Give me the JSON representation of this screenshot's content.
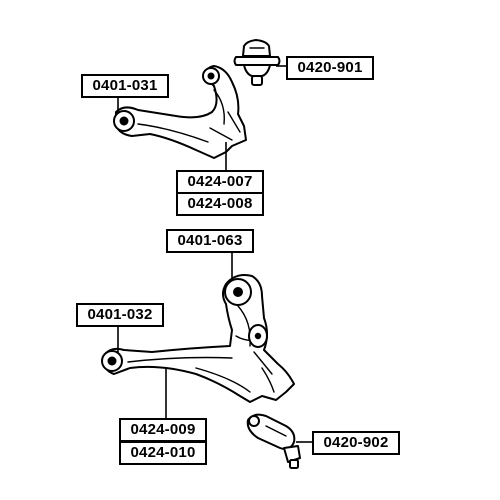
{
  "labels": {
    "upper_arm_bushing": "0401-031",
    "upper_ball_joint": "0420-901",
    "upper_arm_left": "0424-007",
    "upper_arm_right": "0424-008",
    "lower_arm_rear_bushing": "0401-063",
    "lower_arm_front_bushing": "0401-032",
    "lower_arm_left": "0424-009",
    "lower_arm_right": "0424-010",
    "lower_ball_joint": "0420-902"
  }
}
